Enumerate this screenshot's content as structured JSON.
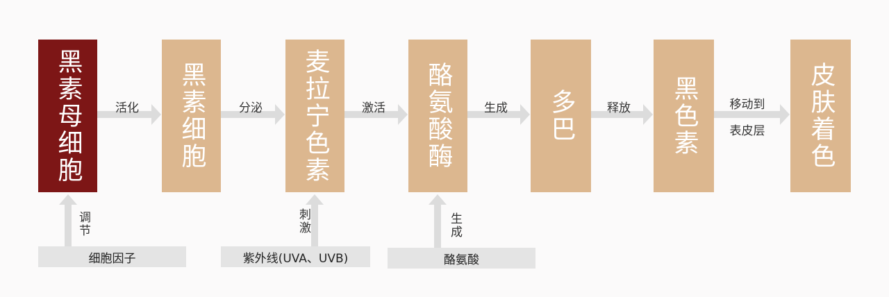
{
  "steps": [
    {
      "label": "黑素母细胞",
      "highlight": true
    },
    {
      "label": "黑素细胞"
    },
    {
      "label": "麦拉宁色素"
    },
    {
      "label": "酪氨酸酶"
    },
    {
      "label": "多巴"
    },
    {
      "label": "黑色素"
    },
    {
      "label": "皮肤着色"
    }
  ],
  "arrows": [
    {
      "label": "活化"
    },
    {
      "label": "分泌"
    },
    {
      "label": "激活"
    },
    {
      "label": "生成"
    },
    {
      "label": "释放"
    },
    {
      "label": "移动到",
      "label2": "表皮层"
    }
  ],
  "inputs": [
    {
      "label": "细胞因子",
      "action": "调节"
    },
    {
      "label": "紫外线(UVA、UVB)",
      "action": "刺激"
    },
    {
      "label": "酪氨酸",
      "action": "生成"
    }
  ],
  "colors": {
    "step_fill": "#dcb78f",
    "highlight_fill": "#7d1616",
    "arrow": "#dcdcdc",
    "input_fill": "#e4e4e4"
  }
}
